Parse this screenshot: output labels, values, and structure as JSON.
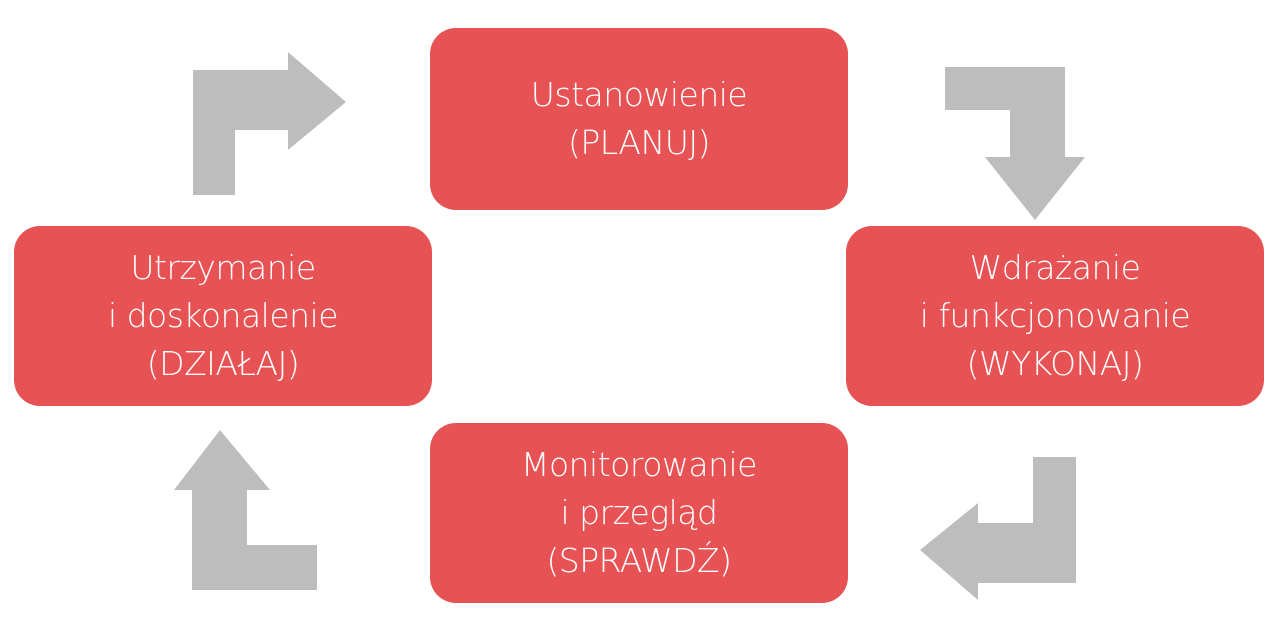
{
  "colors": {
    "box_fill": "#e75254",
    "box_text": "#ffffff",
    "arrow_fill": "#bdbdbd"
  },
  "cycle": {
    "plan": {
      "line1": "Ustanowienie",
      "line2": "(PLANUJ)"
    },
    "do": {
      "line1": "Wdrażanie",
      "line2": "i funkcjonowanie",
      "line3": "(WYKONAJ)"
    },
    "check": {
      "line1": "Monitorowanie",
      "line2": "i przegląd",
      "line3": "(SPRAWDŹ)"
    },
    "act": {
      "line1": "Utrzymanie",
      "line2": "i doskonalenie",
      "line3": "(DZIAŁAJ)"
    }
  },
  "arrows": [
    {
      "name": "arrow-act-to-plan",
      "icon": "corner-arrow-up-right-icon"
    },
    {
      "name": "arrow-plan-to-do",
      "icon": "corner-arrow-right-down-icon"
    },
    {
      "name": "arrow-do-to-check",
      "icon": "corner-arrow-down-left-icon"
    },
    {
      "name": "arrow-check-to-act",
      "icon": "corner-arrow-right-up-icon"
    }
  ]
}
